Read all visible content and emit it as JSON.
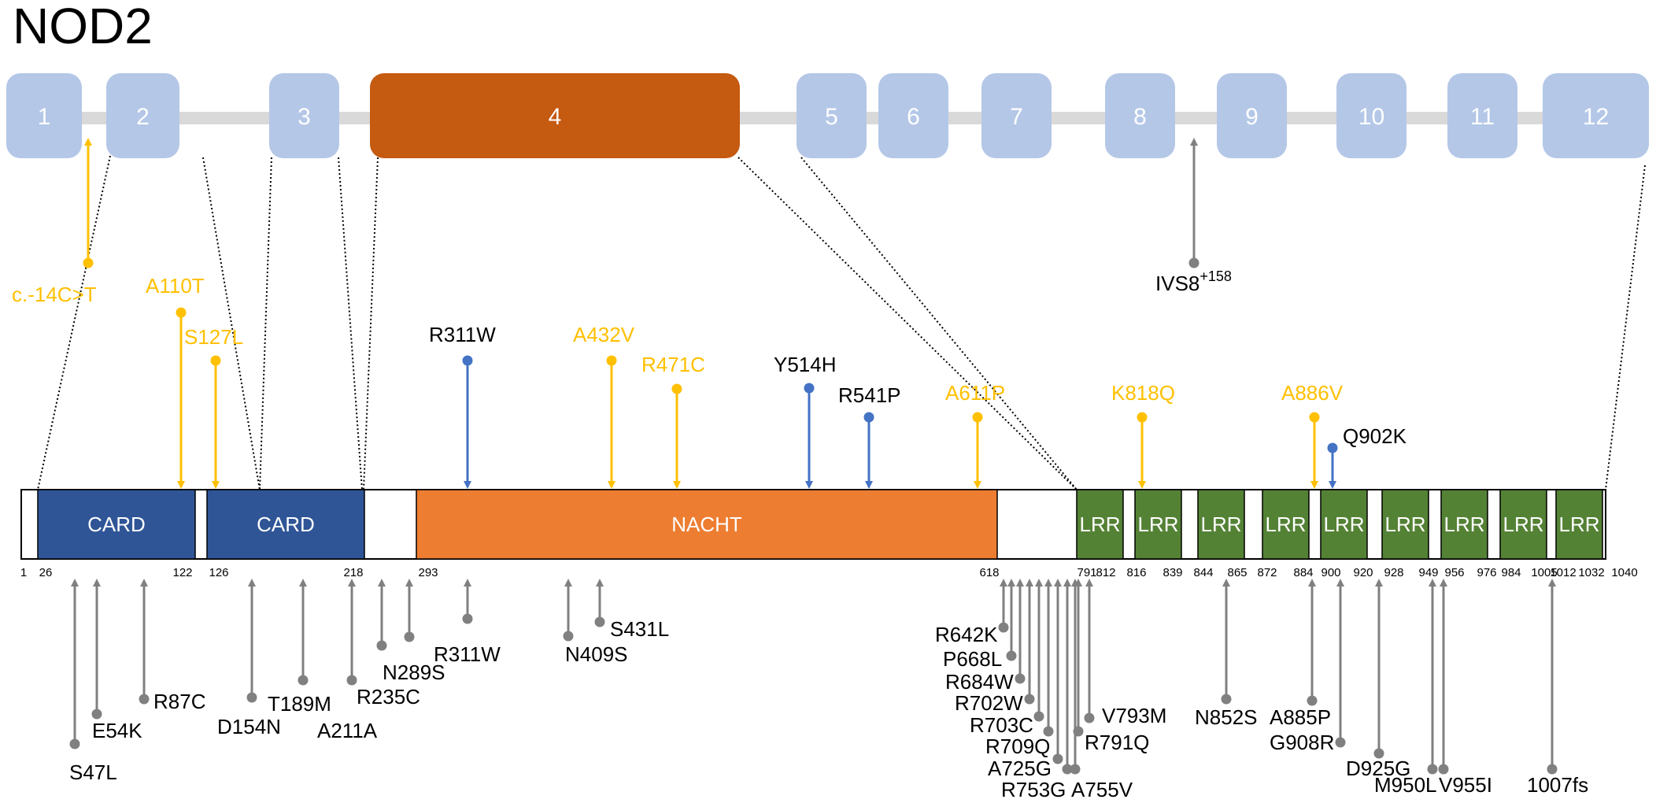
{
  "title": "NOD2",
  "colors": {
    "exon": "#b4c7e7",
    "exon_highlight": "#c55a11",
    "intron_line": "#d9d9d9",
    "card": "#2f5597",
    "nacht": "#ed7d31",
    "lrr": "#548235",
    "orange_variant": "#ffc000",
    "blue_variant": "#4472c4",
    "gray_variant": "#808080"
  },
  "exons": [
    {
      "label": "1"
    },
    {
      "label": "2"
    },
    {
      "label": "3"
    },
    {
      "label": "4",
      "highlight": true
    },
    {
      "label": "5"
    },
    {
      "label": "6"
    },
    {
      "label": "7"
    },
    {
      "label": "8"
    },
    {
      "label": "9"
    },
    {
      "label": "10"
    },
    {
      "label": "11"
    },
    {
      "label": "12"
    }
  ],
  "protein": {
    "length": 1040,
    "domains": [
      {
        "name": "CARD",
        "start": 26,
        "end": 122,
        "type": "card"
      },
      {
        "name": "CARD",
        "start": 126,
        "end": 218,
        "type": "card"
      },
      {
        "name": "NACHT",
        "start": 293,
        "end": 618,
        "type": "nacht"
      },
      {
        "name": "LRR",
        "start": 791,
        "end": 812,
        "type": "lrr"
      },
      {
        "name": "LRR",
        "start": 816,
        "end": 839,
        "type": "lrr"
      },
      {
        "name": "LRR",
        "start": 844,
        "end": 865,
        "type": "lrr"
      },
      {
        "name": "LRR",
        "start": 872,
        "end": 884,
        "type": "lrr"
      },
      {
        "name": "LRR",
        "start": 900,
        "end": 920,
        "type": "lrr"
      },
      {
        "name": "LRR",
        "start": 928,
        "end": 949,
        "type": "lrr"
      },
      {
        "name": "LRR",
        "start": 956,
        "end": 976,
        "type": "lrr"
      },
      {
        "name": "LRR",
        "start": 984,
        "end": 1005,
        "type": "lrr"
      },
      {
        "name": "LRR",
        "start": 1012,
        "end": 1032,
        "type": "lrr"
      }
    ],
    "positions": [
      "1",
      "26",
      "122",
      "126",
      "218",
      "293",
      "618",
      "791",
      "812",
      "816",
      "839",
      "844",
      "865",
      "872",
      "884",
      "900",
      "920",
      "928",
      "949",
      "956",
      "976",
      "984",
      "1005",
      "1012",
      "1032",
      "1040"
    ]
  },
  "gene_variants": [
    {
      "name": "c.-14C>T",
      "color": "orange"
    },
    {
      "name": "IVS8",
      "superscript": "+158",
      "color": "gray"
    }
  ],
  "top_variants": [
    {
      "name": "A110T",
      "color": "orange"
    },
    {
      "name": "S127L",
      "color": "orange"
    },
    {
      "name": "R311W",
      "color": "blue"
    },
    {
      "name": "A432V",
      "color": "orange"
    },
    {
      "name": "R471C",
      "color": "orange"
    },
    {
      "name": "Y514H",
      "color": "blue"
    },
    {
      "name": "R541P",
      "color": "blue"
    },
    {
      "name": "A611P",
      "color": "orange"
    },
    {
      "name": "K818Q",
      "color": "orange"
    },
    {
      "name": "A886V",
      "color": "orange"
    },
    {
      "name": "Q902K",
      "color": "blue"
    }
  ],
  "bottom_variants": [
    "S47L",
    "E54K",
    "R87C",
    "D154N",
    "T189M",
    "A211A",
    "R235C",
    "N289S",
    "R311W",
    "N409S",
    "S431L",
    "R642K",
    "P668L",
    "R684W",
    "R702W",
    "R703C",
    "R709Q",
    "A725G",
    "R753G",
    "A755V",
    "V793M",
    "R791Q",
    "N852S",
    "A885P",
    "G908R",
    "D925G",
    "M950L",
    "V955I",
    "1007fs"
  ]
}
